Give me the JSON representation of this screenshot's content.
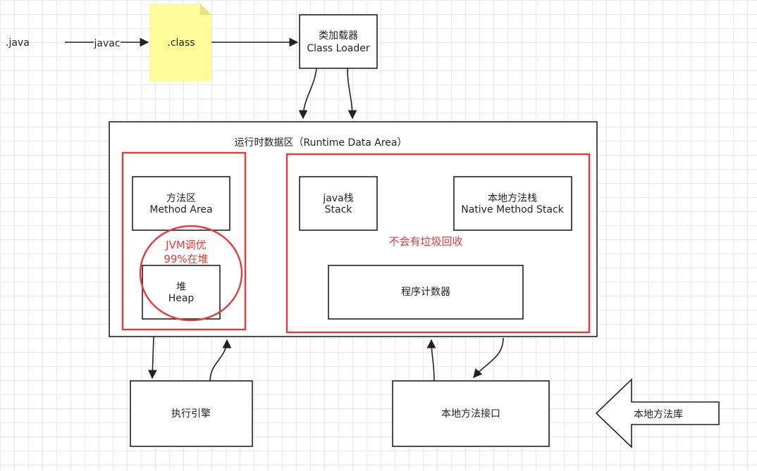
{
  "source_file": ".java",
  "compile_label": "javac",
  "class_file": ".class",
  "class_loader": {
    "line1": "类加载器",
    "line2": "Class Loader"
  },
  "runtime_area": {
    "title": "运行时数据区（Runtime Data Area）"
  },
  "method_area": {
    "line1": "方法区",
    "line2": "Method Area"
  },
  "heap": {
    "line1": "堆",
    "line2": "Heap"
  },
  "jvm_note": {
    "line1": "JVM调优",
    "line2": "99%在堆"
  },
  "java_stack": {
    "line1": "java栈",
    "line2": "Stack"
  },
  "native_stack": {
    "line1": "本地方法栈",
    "line2": "Native Method Stack"
  },
  "no_gc_note": "不会有垃圾回收",
  "pc_register": "程序计数器",
  "execution_engine": "执行引擎",
  "native_interface": "本地方法接口",
  "native_library": "本地方法库",
  "colors": {
    "stroke": "#222222",
    "highlight": "#e83a3a",
    "note_fill": "#fdfb9a"
  }
}
